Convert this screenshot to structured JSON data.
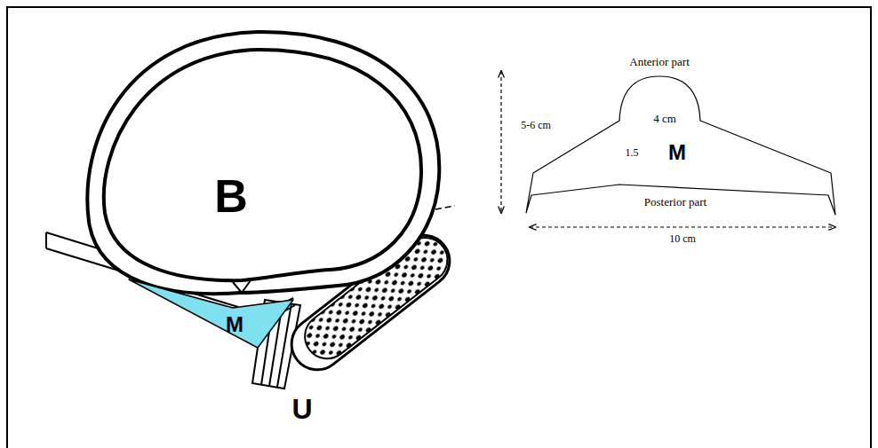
{
  "diagram": {
    "nodes": [
      {
        "text": [
          "B"
        ]
      },
      {
        "text": [
          "M"
        ]
      },
      {
        "text": [
          "M"
        ]
      }
    ],
    "labels": [
      "U",
      "Anterior part",
      "4 cm",
      "1.5",
      "Posterior part",
      "5-6 cm",
      "10 cm"
    ]
  }
}
